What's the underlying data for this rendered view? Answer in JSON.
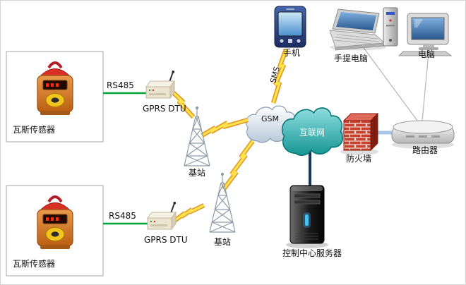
{
  "nodes": {
    "sensor_top": {
      "label": "瓦斯传感器"
    },
    "sensor_bottom": {
      "label": "瓦斯传感器"
    },
    "dtu_top": {
      "label": "GPRS DTU"
    },
    "dtu_bottom": {
      "label": "GPRS DTU"
    },
    "base_top": {
      "label": "基站"
    },
    "base_bottom": {
      "label": "基站"
    },
    "gsm_cloud": {
      "label": "GSM"
    },
    "internet_cloud": {
      "label": "互联网"
    },
    "phone": {
      "label": "手机"
    },
    "laptop": {
      "label": "手提电脑"
    },
    "pc": {
      "label": "电脑"
    },
    "firewall": {
      "label": "防火墙"
    },
    "router": {
      "label": "路由器"
    },
    "server": {
      "label": "控制中心服务器"
    }
  },
  "links": {
    "rs485_top": {
      "label": "RS485"
    },
    "rs485_bottom": {
      "label": "RS485"
    },
    "sms": {
      "label": "SMS"
    },
    "rs485_color": "#00A33A",
    "backbone_color": "#A9C7E8",
    "server_line_color": "#17375E",
    "lightning_fill": "#FFE34D",
    "lightning_edge": "#E09A28"
  }
}
